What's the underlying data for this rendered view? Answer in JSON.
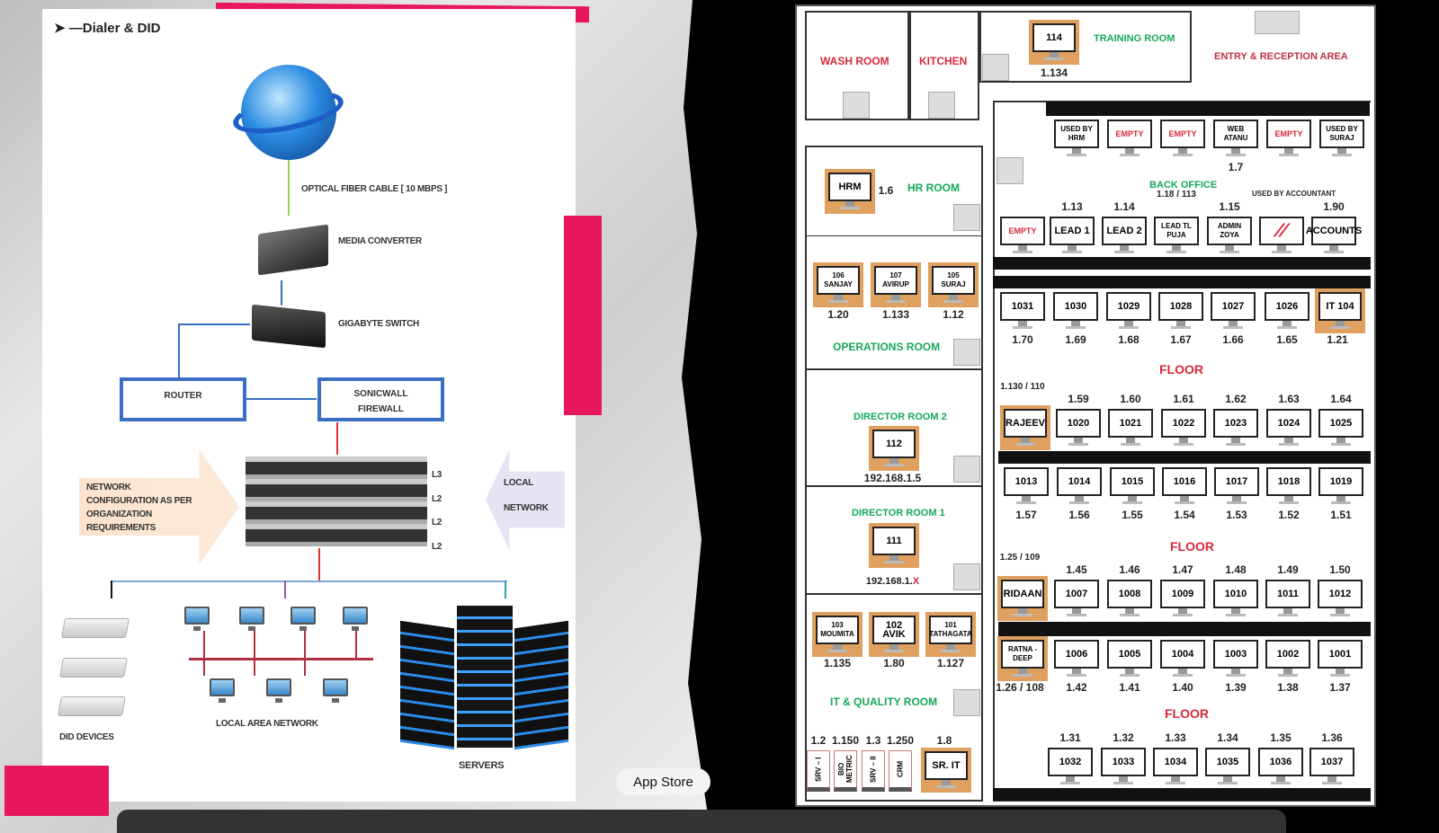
{
  "diagram": {
    "title": "—Dialer & DID",
    "fiber_label": "OPTICAL FIBER CABLE [ 10 MBPS ]",
    "media_converter": "MEDIA CONVERTER",
    "gigabyte_switch": "GIGABYTE SWITCH",
    "router": "ROUTER",
    "sonicwall_1": "SONICWALL",
    "sonicwall_2": "FIREWALL",
    "layers": [
      "L3",
      "L2",
      "L2",
      "L2"
    ],
    "network_config": [
      "NETWORK",
      "CONFIGURATION AS PER",
      "ORGANIZATION",
      "REQUIREMENTS"
    ],
    "local_1": "LOCAL",
    "local_2": "NETWORK",
    "did_devices": "DID DEVICES",
    "lan": "LOCAL AREA NETWORK",
    "servers": "SERVERS"
  },
  "tooltip": "App Store",
  "floor_plan": {
    "rooms": {
      "wash": "WASH ROOM",
      "kitchen": "KITCHEN",
      "training": "TRAINING ROOM",
      "entry": "ENTRY & RECEPTION AREA",
      "hr": "HR ROOM",
      "back_office": "BACK OFFICE",
      "operations": "OPERATIONS ROOM",
      "director2": "DIRECTOR ROOM 2",
      "director1": "DIRECTOR ROOM 1",
      "it_quality": "IT & QUALITY ROOM",
      "floor": "FLOOR"
    },
    "training_pc": {
      "label": "114",
      "ip": "1.134"
    },
    "hr_pc": {
      "label": "HRM",
      "ip": "1.6"
    },
    "ops_pcs": [
      {
        "label": "106 SANJAY",
        "ip": "1.20"
      },
      {
        "label": "107 AVIRUP",
        "ip": "1.133"
      },
      {
        "label": "105 SURAJ",
        "ip": "1.12"
      }
    ],
    "director2_pc": {
      "label": "112",
      "ip": "192.168.1.5"
    },
    "director1_pc": {
      "label": "111",
      "ip_prefix": "192.168.1.",
      "ip_suffix": "X"
    },
    "it_pcs": [
      {
        "label": "103 MOUMITA",
        "ip": "1.135"
      },
      {
        "label": "102 AVIK",
        "ip": "1.80"
      },
      {
        "label": "101 TATHAGATA",
        "ip": "1.127"
      }
    ],
    "racks": [
      {
        "label": "SRV – I",
        "ip": "1.2",
        "red": true
      },
      {
        "label": "BIO METRIC",
        "ip": "1.150",
        "red": false
      },
      {
        "label": "SRV – II",
        "ip": "1.3",
        "red": true
      },
      {
        "label": "CRM",
        "ip": "1.250",
        "red": false
      }
    ],
    "sr_it": {
      "label": "SR. IT",
      "ip": "1.8"
    },
    "rows": [
      {
        "above": [
          "",
          "",
          "",
          "",
          "",
          ""
        ],
        "monitors": [
          "USED BY HRM",
          "EMPTY",
          "EMPTY",
          "WEB ATANU",
          "EMPTY",
          "USED BY SURAJ"
        ],
        "below": [
          "",
          "",
          "",
          "1.7",
          "",
          ""
        ]
      },
      {
        "above": [
          "",
          "1.13",
          "1.14",
          "1.18 / 113",
          "1.15",
          "USED BY ACCOUNTANT",
          "1.90"
        ],
        "monitors": [
          "EMPTY",
          "LEAD 1",
          "LEAD 2",
          "LEAD TL PUJA",
          "ADMIN ZOYA",
          "//",
          "ACCOUNTS"
        ],
        "below": []
      },
      {
        "above": [],
        "monitors": [
          "1031",
          "1030",
          "1029",
          "1028",
          "1027",
          "1026",
          "IT 104"
        ],
        "below": [
          "1.70",
          "1.69",
          "1.68",
          "1.67",
          "1.66",
          "1.65",
          "1.21"
        ]
      },
      {
        "above": [
          "1.130 / 110",
          "1.59",
          "1.60",
          "1.61",
          "1.62",
          "1.63",
          "1.64"
        ],
        "monitors": [
          "RAJEEV",
          "1020",
          "1021",
          "1022",
          "1023",
          "1024",
          "1025"
        ],
        "below": []
      },
      {
        "above": [],
        "monitors": [
          "1013",
          "1014",
          "1015",
          "1016",
          "1017",
          "1018",
          "1019"
        ],
        "below": [
          "1.57",
          "1.56",
          "1.55",
          "1.54",
          "1.53",
          "1.52",
          "1.51"
        ]
      },
      {
        "above": [
          "1.25 / 109",
          "1.45",
          "1.46",
          "1.47",
          "1.48",
          "1.49",
          "1.50"
        ],
        "monitors": [
          "RIDAAN",
          "1007",
          "1008",
          "1009",
          "1010",
          "1011",
          "1012"
        ],
        "below": []
      },
      {
        "above": [],
        "monitors": [
          "RATNA -DEEP",
          "1006",
          "1005",
          "1004",
          "1003",
          "1002",
          "1001"
        ],
        "below": [
          "1.26 / 108",
          "1.42",
          "1.41",
          "1.40",
          "1.39",
          "1.38",
          "1.37"
        ]
      },
      {
        "above": [
          "1.31",
          "1.32",
          "1.33",
          "1.34",
          "1.35",
          "1.36"
        ],
        "monitors": [
          "1032",
          "1033",
          "1034",
          "1035",
          "1036",
          "1037"
        ],
        "below": []
      }
    ]
  }
}
